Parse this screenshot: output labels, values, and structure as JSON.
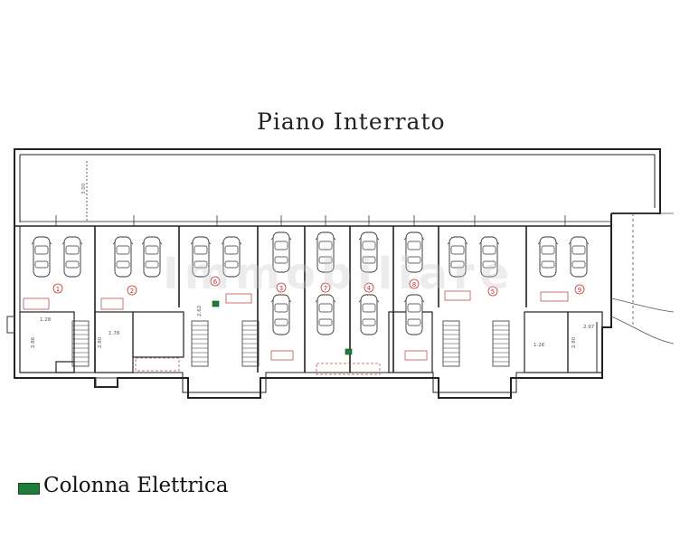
{
  "plan": {
    "title": "Piano Interrato",
    "watermark": "Immobiliare",
    "legend": {
      "label": "Colonna Elettrica",
      "color": "#1f7d3a"
    },
    "units": [
      "1",
      "2",
      "6",
      "3",
      "7",
      "4",
      "8",
      "5",
      "9"
    ],
    "dimensions": [
      "3.00",
      "1.28",
      "2.86",
      "2.80",
      "1.78",
      "2.62",
      "1.26",
      "2.97",
      "2.80"
    ]
  }
}
